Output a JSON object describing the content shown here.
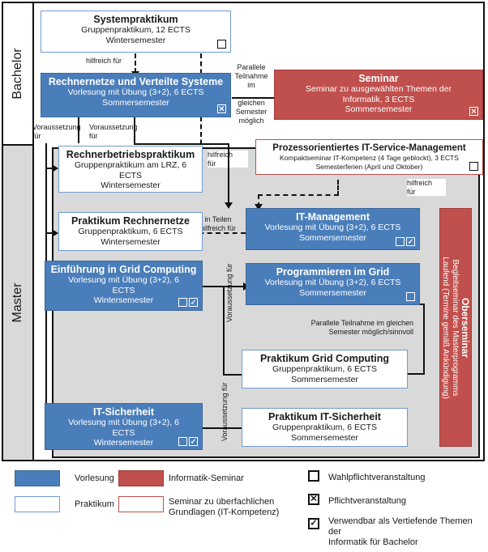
{
  "levels": [
    {
      "label": "Bachelor"
    },
    {
      "label": "Master"
    }
  ],
  "colors": {
    "vorlesung_blue": "#4a7ebb",
    "seminar_red": "#c0504d",
    "praktikum_border": "#6f9bd1",
    "master_bg": "#d9d9d9",
    "line": "#111111"
  },
  "courses": {
    "systempraktikum": {
      "title": "Systempraktikum",
      "line2": "Gruppenpraktikum, 12 ECTS",
      "line3": "Wintersemester",
      "marks": [
        "empty"
      ]
    },
    "rechnernetze": {
      "title": "Rechnernetze und Verteilte Systeme",
      "line2": "Vorlesung mit Übung (3+2), 6 ECTS",
      "line3": "Sommersemester",
      "marks": [
        "x"
      ]
    },
    "seminar": {
      "title": "Seminar",
      "line2": "Seminar zu ausgewählten Themen der",
      "line3": "Informatik, 3 ECTS",
      "line4": "Sommersemester",
      "marks": [
        "x"
      ]
    },
    "itservice": {
      "title": "Prozessorientiertes IT-Service-Management",
      "line2": "Kompaktseminar IT-Kompetenz (4 Tage geblockt), 3 ECTS",
      "line3": "Semesterferien (April und Oktober)",
      "marks": [
        "empty"
      ]
    },
    "rechnerbetrieb": {
      "title": "Rechnerbetriebspraktikum",
      "line2": "Gruppenpraktikum am LRZ, 6",
      "line3": "ECTS",
      "line4": "Wintersemester",
      "marks": []
    },
    "praktikum_rn": {
      "title": "Praktikum Rechnernetze",
      "line2": "Gruppenpraktikum, 6 ECTS",
      "line3": "Wintersemester",
      "marks": []
    },
    "grid_einfuehrung": {
      "title": "Einführung in Grid Computing",
      "line2": "Vorlesung mit Übung (3+2), 6",
      "line3": "ECTS",
      "line4": "Wintersemester",
      "marks": [
        "empty",
        "check"
      ]
    },
    "it_management": {
      "title": "IT-Management",
      "line2": "Vorlesung mit Übung (3+2), 6 ECTS",
      "line3": "Sommersemester",
      "marks": [
        "empty",
        "check"
      ]
    },
    "prog_grid": {
      "title": "Programmieren im Grid",
      "line2": "Vorlesung mit Übung (3+2), 6 ECTS",
      "line3": "Sommersemester",
      "marks": [
        "empty"
      ]
    },
    "praktikum_grid": {
      "title": "Praktikum Grid Computing",
      "line2": "Gruppenpraktikum, 6 ECTS",
      "line3": "Sommersemester",
      "marks": []
    },
    "it_sicherheit": {
      "title": "IT-Sicherheit",
      "line2": "Vorlesung mit Übung (3+2), 6",
      "line3": "ECTS",
      "line4": "Wintersemester",
      "marks": [
        "empty",
        "check"
      ]
    },
    "praktikum_its": {
      "title": "Praktikum IT-Sicherheit",
      "line2": "Gruppenpraktikum, 6 ECTS",
      "line3": "Sommersemester",
      "marks": []
    },
    "oberseminar": {
      "title": "Oberseminar",
      "line2": "Begleitseminar des Masterprogramms",
      "line3": "Laufend (Termine gemäß Ankündigung)"
    }
  },
  "edges": {
    "hilfreich_fuer_1": "hilfreich für",
    "parallele_teilnahme": "Parallele\nTeilnahme\nim\ngleichen\nSemester\nmöglich",
    "parallele_l1": "Parallele",
    "parallele_l2": "Teilnahme",
    "parallele_l3": "im",
    "parallele_l4": "gleichen",
    "parallele_l5": "Semester",
    "parallele_l6": "möglich",
    "voraussetzung_1": "Voraussetzung für",
    "voraussetzung_2": "Voraussetzung für",
    "hilfreich_a": "hilfreich",
    "hilfreich_b": "für",
    "hilfreich_r_a": "hilfreich",
    "hilfreich_r_b": "für",
    "in_teilen_a": "in Teilen",
    "in_teilen_b": "hilfreich für",
    "voraussetzung_rot_1": "Voraussetzung für",
    "voraussetzung_rot_2": "Voraussetzung für",
    "voraussetzung_rot_3": "Voraussetzung für",
    "parallel_grid_a": "Parallele Teilnahme im gleichen",
    "parallel_grid_b": "Semester möglich/sinnvoll"
  },
  "legend": {
    "vorlesung": "Vorlesung",
    "praktikum": "Praktikum",
    "informatik_seminar": "Informatik-Seminar",
    "seminar_ueberfachlich_a": "Seminar zu überfachlichen",
    "seminar_ueberfachlich_b": "Grundlagen (IT-Kompetenz)",
    "wahlpflicht": "Wahlpflichtveranstaltung",
    "pflicht": "Pflichtveranstaltung",
    "vertiefend_a": "Verwendbar als Vertiefende Themen der",
    "vertiefend_b": "Informatik für Bachelor",
    "glyph_x": "✕",
    "glyph_check": "✓"
  }
}
